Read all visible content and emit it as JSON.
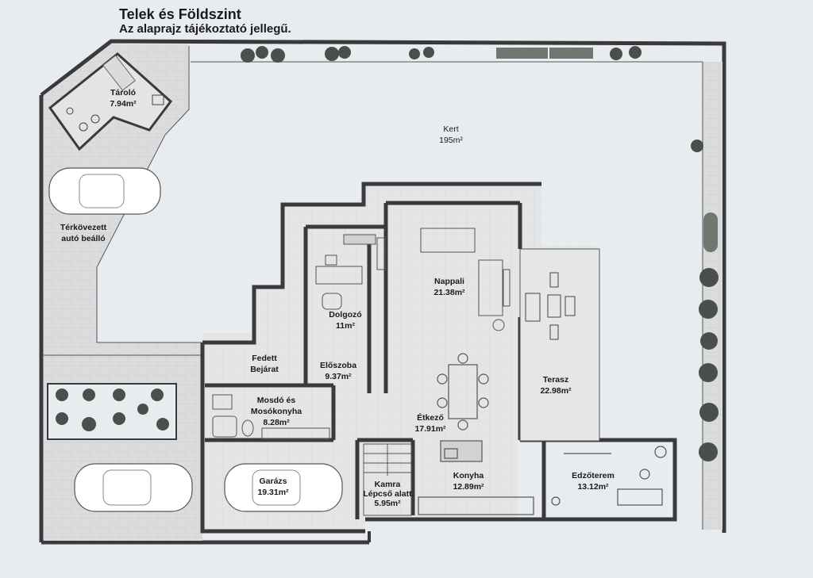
{
  "header": {
    "title": "Telek és Földszint",
    "subtitle": "Az alaprajz tájékoztató jellegű."
  },
  "rooms": {
    "kert": {
      "name": "Kert",
      "area": "195m²"
    },
    "tarolo": {
      "name": "Tároló",
      "area": "7.94m²"
    },
    "terkovezett": {
      "name": "Térkövezett",
      "name2": "autó beálló"
    },
    "nappali": {
      "name": "Nappali",
      "area": "21.38m²"
    },
    "dolgozo": {
      "name": "Dolgozó",
      "area": "11m²"
    },
    "eloszoba": {
      "name": "Előszoba",
      "area": "9.37m²"
    },
    "fedett": {
      "name": "Fedett",
      "name2": "Bejárat"
    },
    "mosdo": {
      "name": "Mosdó és",
      "name2": "Mosókonyha",
      "area": "8.28m²"
    },
    "etkezo": {
      "name": "Étkező",
      "area": "17.91m²"
    },
    "terasz": {
      "name": "Terasz",
      "area": "22.98m²"
    },
    "garazs": {
      "name": "Garázs",
      "area": "19.31m²"
    },
    "kamra": {
      "name": "Kamra",
      "name2": "Lépcső alatt",
      "area": "5.95m²"
    },
    "konyha": {
      "name": "Konyha",
      "area": "12.89m²"
    },
    "edzoterem": {
      "name": "Edzőterem",
      "area": "13.12m²"
    }
  },
  "colors": {
    "wall": "#3a3a3d",
    "paving": "#d6d8da",
    "floor": "#e4e6e8",
    "lawn": "#e9ecef",
    "plant": "#4a4f4c",
    "hedge": "#6f7770"
  }
}
